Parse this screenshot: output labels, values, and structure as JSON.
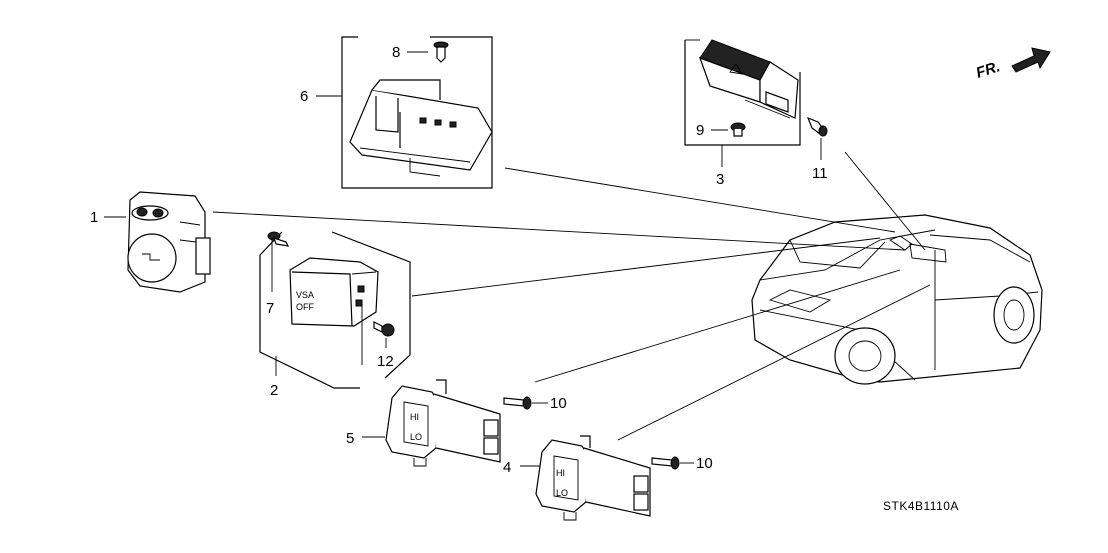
{
  "callouts": {
    "c1": "1",
    "c2": "2",
    "c3": "3",
    "c4": "4",
    "c5": "5",
    "c6": "6",
    "c7": "7",
    "c8": "8",
    "c9": "9",
    "c10a": "10",
    "c10b": "10",
    "c11": "11",
    "c12": "12"
  },
  "direction_label": "FR.",
  "diagram_code": "STK4B1110A",
  "switch_text": {
    "vsa_line1": "VSA",
    "vsa_line2": "OFF",
    "heat_hi_a": "HI",
    "heat_lo_a": "LO",
    "heat_hi_b": "HI",
    "heat_lo_b": "LO"
  }
}
